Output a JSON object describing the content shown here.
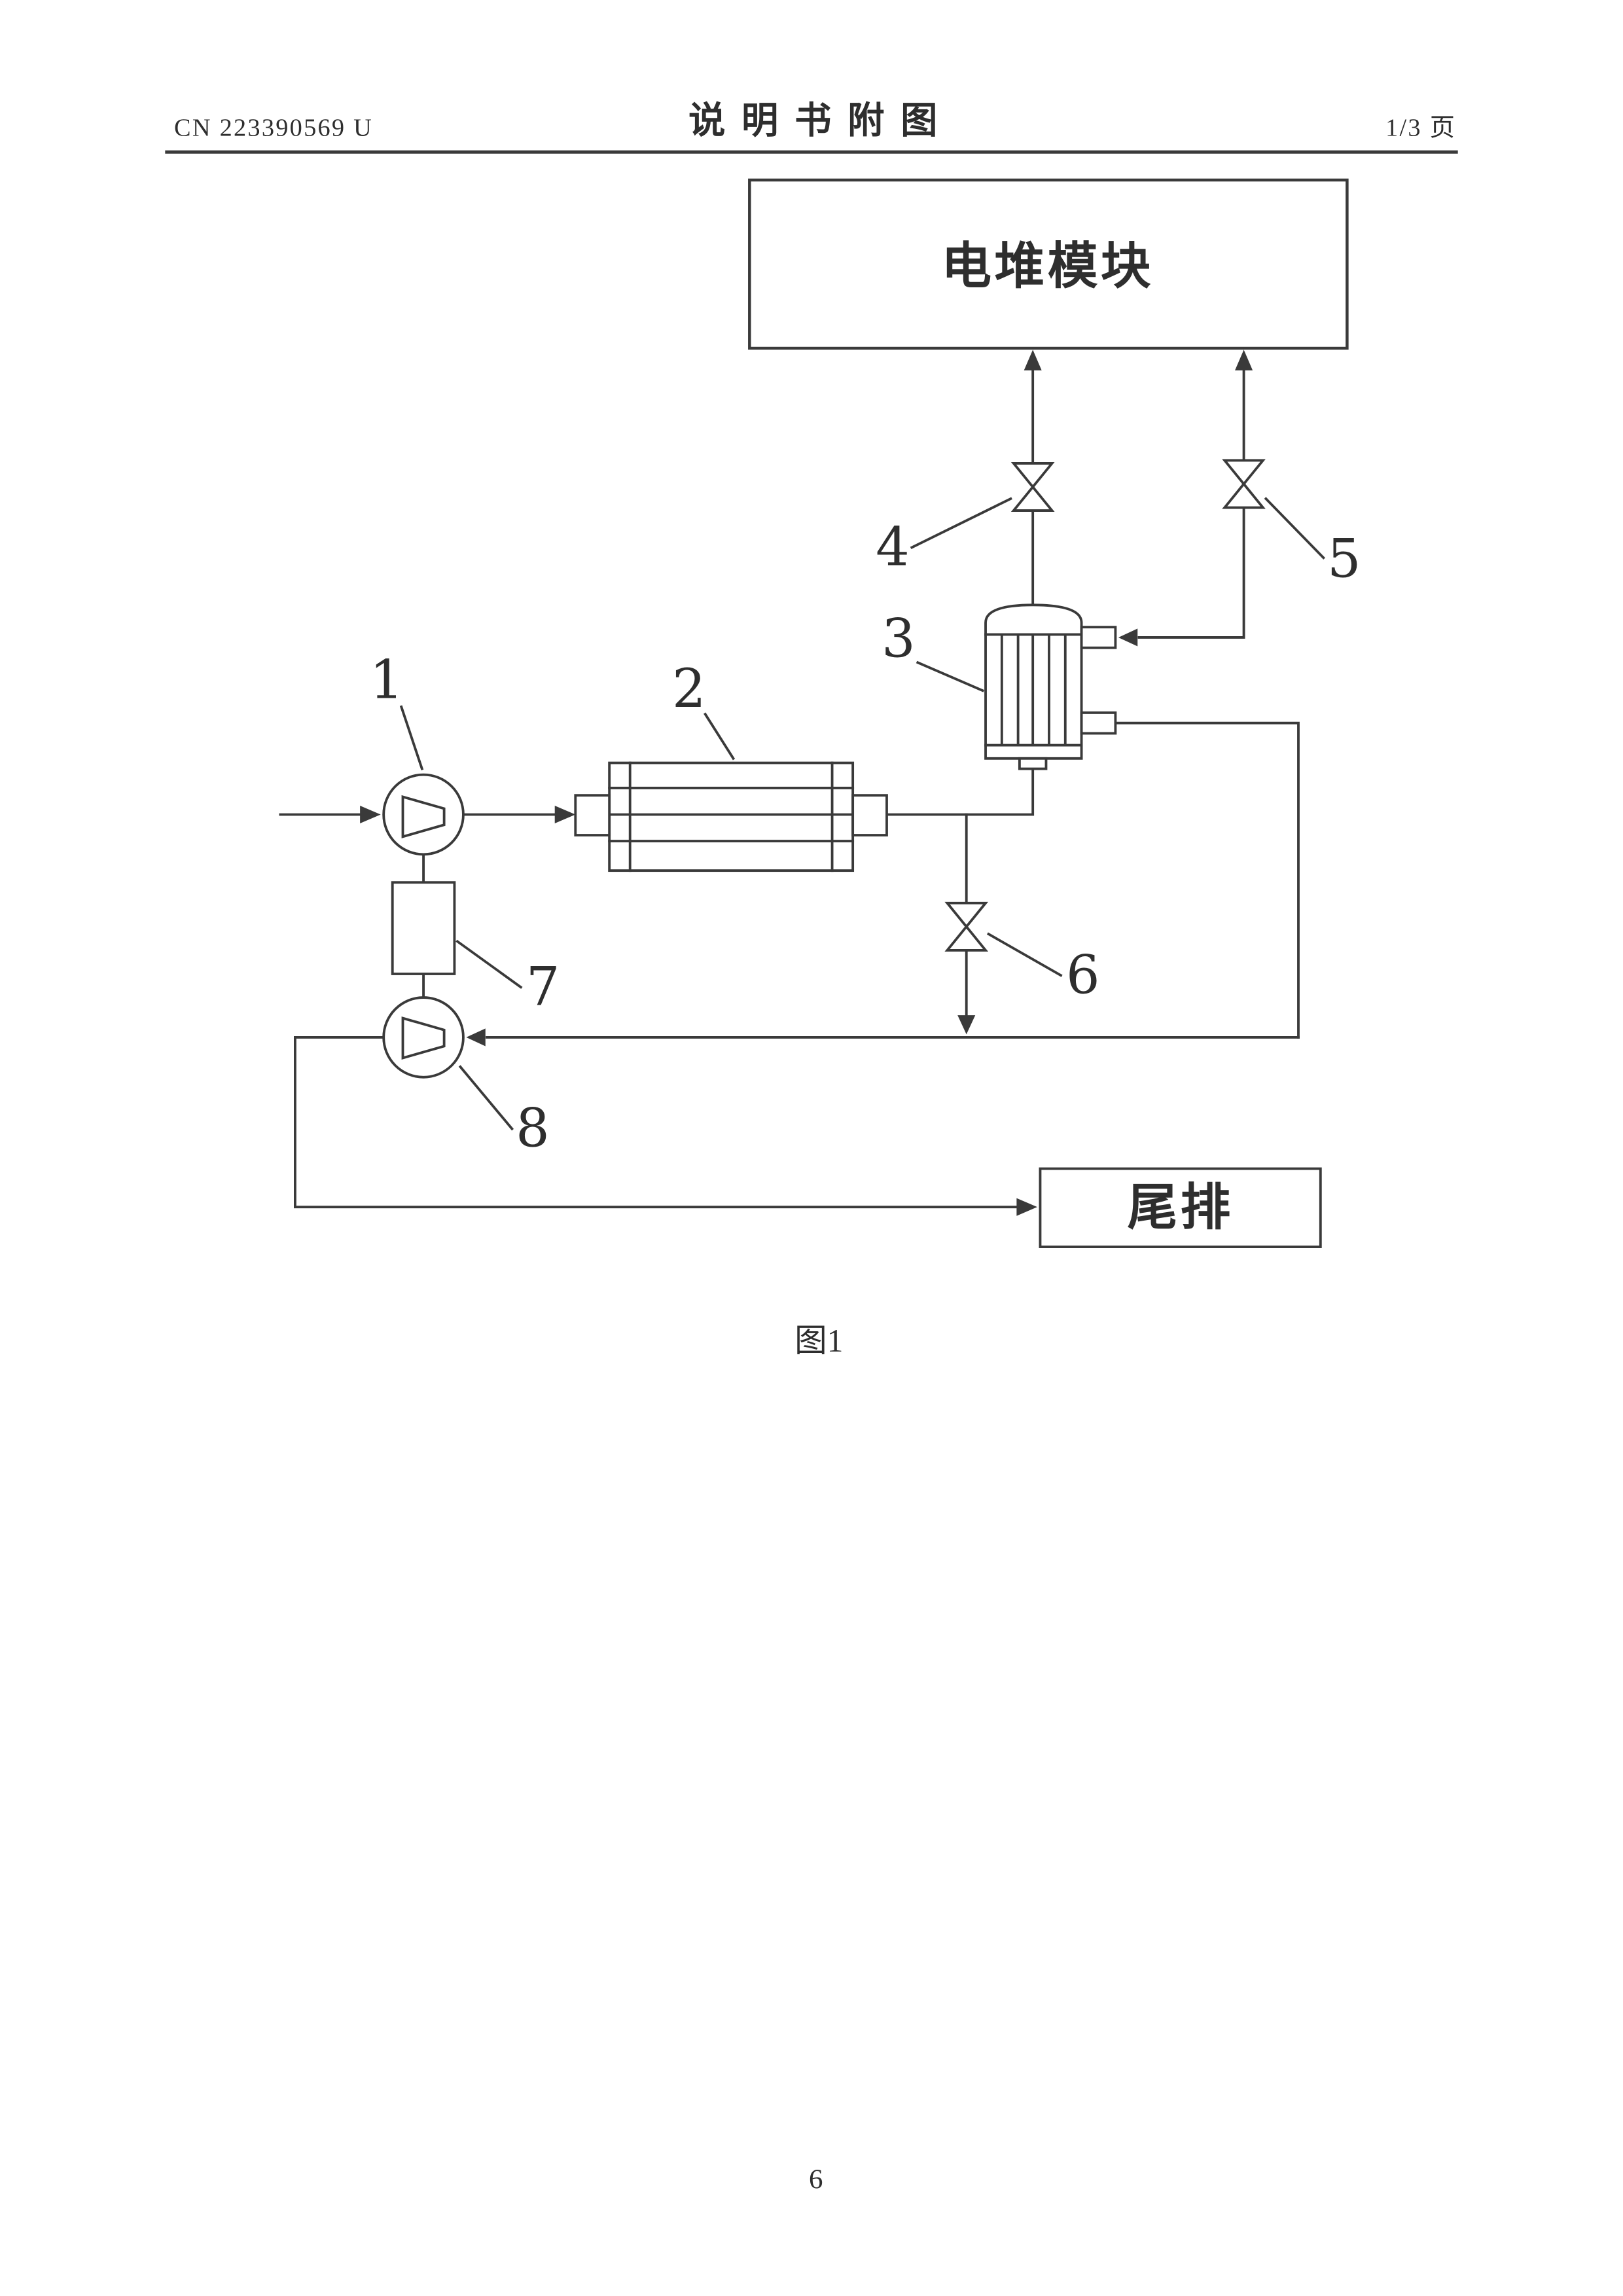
{
  "colors": {
    "ink": "#3a3a3a",
    "paper": "#ffffff"
  },
  "header": {
    "patent_number": "CN 223390569 U",
    "title": "说 明 书 附 图",
    "page_indicator": "1/3 页"
  },
  "diagram": {
    "stack_module_label": "电堆模块",
    "tail_exhaust_label": "尾排",
    "figure_caption": "图1",
    "ref_labels": {
      "r1": "1",
      "r2": "2",
      "r3": "3",
      "r4": "4",
      "r5": "5",
      "r6": "6",
      "r7": "7",
      "r8": "8"
    }
  },
  "footer": {
    "page_number": "6"
  }
}
